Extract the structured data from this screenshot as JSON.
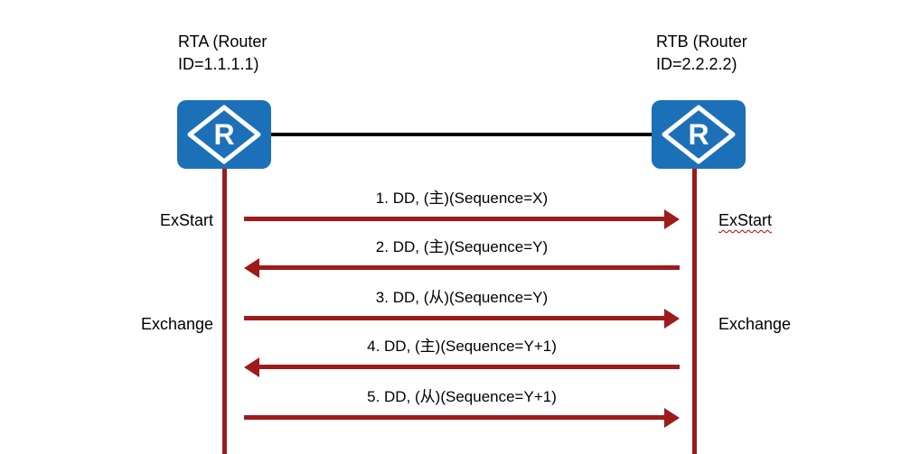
{
  "colors": {
    "arrow_red": "#9E1B1B",
    "router_blue": "#1C70B8",
    "link_black": "#000000",
    "underline_red": "#C00000"
  },
  "routers": {
    "rta": {
      "title": "RTA (Router\nID=1.1.1.1)"
    },
    "rtb": {
      "title": "RTB (Router\nID=2.2.2.2)"
    }
  },
  "router_icon": {
    "letter": "R"
  },
  "messages": [
    {
      "label": "1. DD, (主)(Sequence=X)",
      "direction": "right"
    },
    {
      "label": "2. DD, (主)(Sequence=Y)",
      "direction": "left"
    },
    {
      "label": "3. DD, (从)(Sequence=Y)",
      "direction": "right"
    },
    {
      "label": "4. DD, (主)(Sequence=Y+1)",
      "direction": "left"
    },
    {
      "label": "5. DD, (从)(Sequence=Y+1)",
      "direction": "right"
    }
  ],
  "states": {
    "left_exstart": "ExStart",
    "left_exchange": "Exchange",
    "right_exstart": "ExStart",
    "right_exchange": "Exchange"
  }
}
